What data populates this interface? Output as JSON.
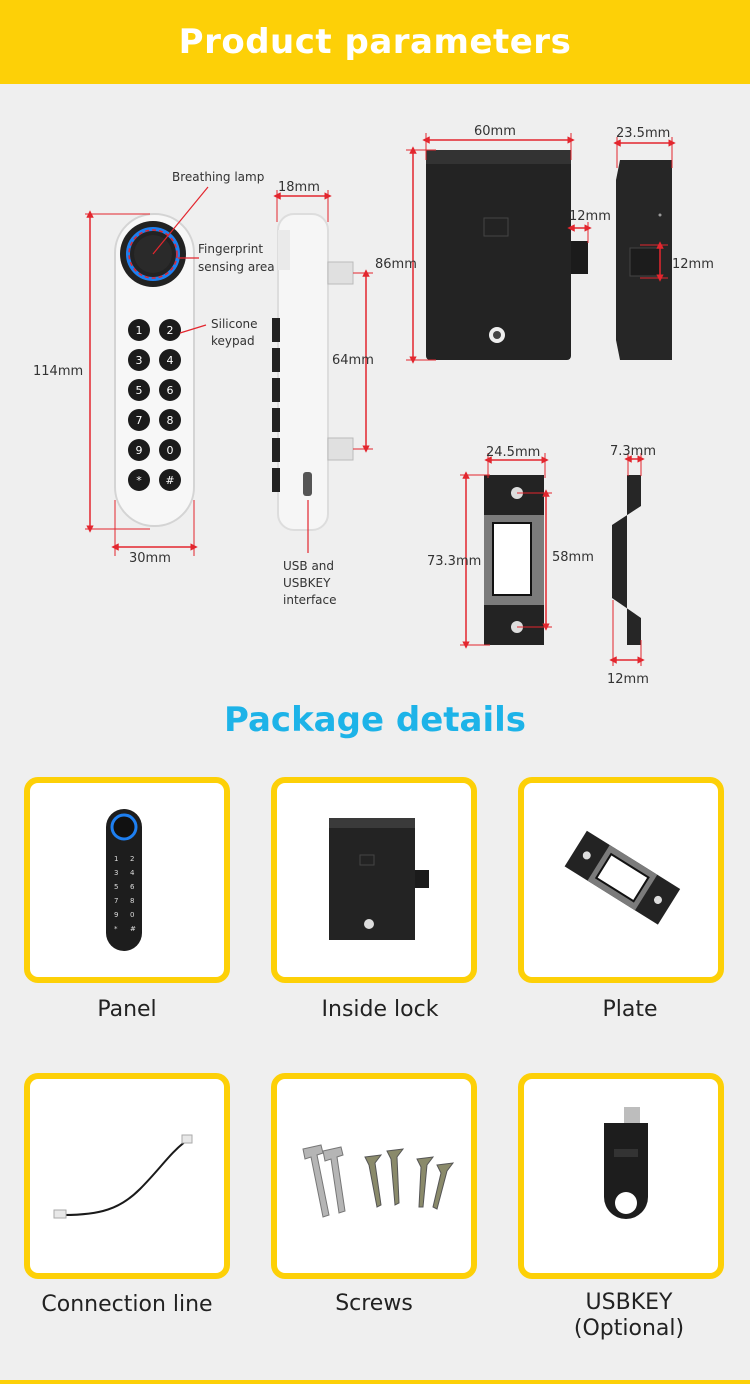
{
  "header": {
    "title": "Product parameters"
  },
  "diagram": {
    "labels": {
      "breathing_lamp": "Breathing lamp",
      "fingerprint_line1": "Fingerprint",
      "fingerprint_line2": "sensing area",
      "keypad_line1": "Silicone",
      "keypad_line2": "keypad",
      "usb_line1": "USB and",
      "usb_line2": "USBKEY",
      "usb_line3": "interface"
    },
    "dimensions": {
      "panel_height": "114mm",
      "panel_width": "30mm",
      "side_depth": "18mm",
      "side_spacing": "64mm",
      "lock_width": "60mm",
      "lock_height": "86mm",
      "lock_bolt": "12mm",
      "lock_side_depth": "23.5mm",
      "lock_side_bolt": "12mm",
      "plate_width": "24.5mm",
      "plate_height": "73.3mm",
      "plate_holes": "58mm",
      "plate_side_depth": "7.3mm",
      "plate_side_width": "12mm"
    },
    "keypad_keys": [
      "1",
      "2",
      "3",
      "4",
      "5",
      "6",
      "7",
      "8",
      "9",
      "0",
      "*",
      "#"
    ]
  },
  "package": {
    "title": "Package details",
    "items": [
      {
        "label": "Panel"
      },
      {
        "label": "Inside lock"
      },
      {
        "label": "Plate"
      },
      {
        "label": "Connection line"
      },
      {
        "label": "Screws"
      },
      {
        "label_line1": "USBKEY",
        "label_line2": "(Optional)"
      }
    ]
  },
  "colors": {
    "banner": "#fdd007",
    "section_title": "#1db3e8",
    "dimension_line": "#e3262e",
    "device_dark": "#1c1c1c"
  }
}
